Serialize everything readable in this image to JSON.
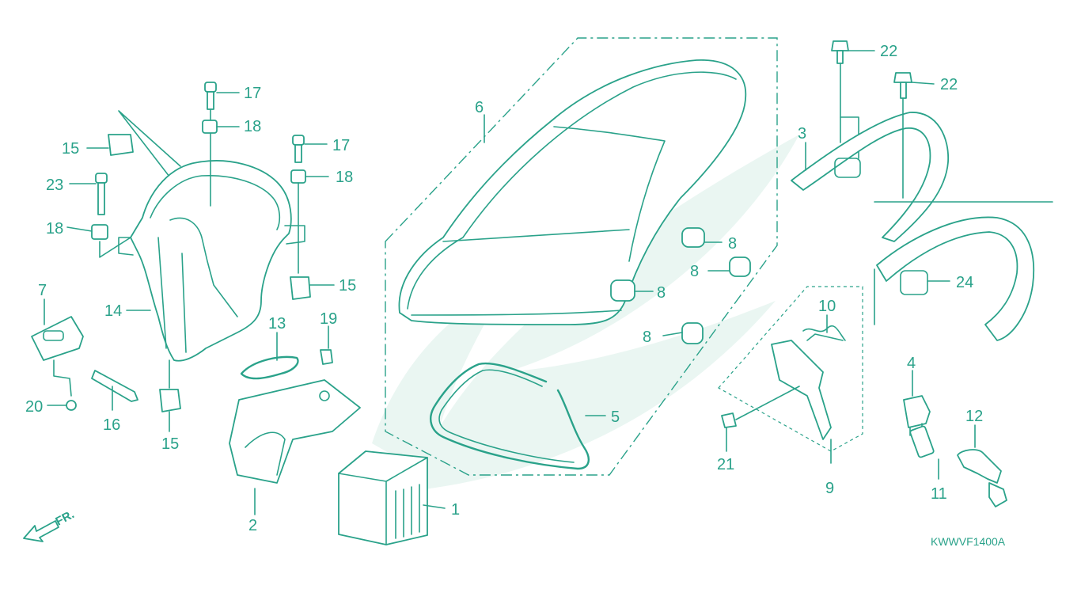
{
  "colors": {
    "line": "#2aa28a",
    "background": "#ffffff",
    "watermark": "#eaf6f2"
  },
  "diagram_code": "KWWVF1400A",
  "front_arrow_label": "FR.",
  "callouts": [
    {
      "id": "c1",
      "text": "1"
    },
    {
      "id": "c2",
      "text": "2"
    },
    {
      "id": "c3",
      "text": "3"
    },
    {
      "id": "c4",
      "text": "4"
    },
    {
      "id": "c5",
      "text": "5"
    },
    {
      "id": "c6",
      "text": "6"
    },
    {
      "id": "c7",
      "text": "7"
    },
    {
      "id": "c8a",
      "text": "8"
    },
    {
      "id": "c8b",
      "text": "8"
    },
    {
      "id": "c8c",
      "text": "8"
    },
    {
      "id": "c8d",
      "text": "8"
    },
    {
      "id": "c9",
      "text": "9"
    },
    {
      "id": "c10",
      "text": "10"
    },
    {
      "id": "c11",
      "text": "11"
    },
    {
      "id": "c12",
      "text": "12"
    },
    {
      "id": "c13",
      "text": "13"
    },
    {
      "id": "c14",
      "text": "14"
    },
    {
      "id": "c15a",
      "text": "15"
    },
    {
      "id": "c15b",
      "text": "15"
    },
    {
      "id": "c15c",
      "text": "15"
    },
    {
      "id": "c16",
      "text": "16"
    },
    {
      "id": "c17a",
      "text": "17"
    },
    {
      "id": "c17b",
      "text": "17"
    },
    {
      "id": "c18a",
      "text": "18"
    },
    {
      "id": "c18b",
      "text": "18"
    },
    {
      "id": "c18c",
      "text": "18"
    },
    {
      "id": "c19",
      "text": "19"
    },
    {
      "id": "c20",
      "text": "20"
    },
    {
      "id": "c21",
      "text": "21"
    },
    {
      "id": "c22a",
      "text": "22"
    },
    {
      "id": "c22b",
      "text": "22"
    },
    {
      "id": "c23",
      "text": "23"
    },
    {
      "id": "c24",
      "text": "24"
    }
  ]
}
